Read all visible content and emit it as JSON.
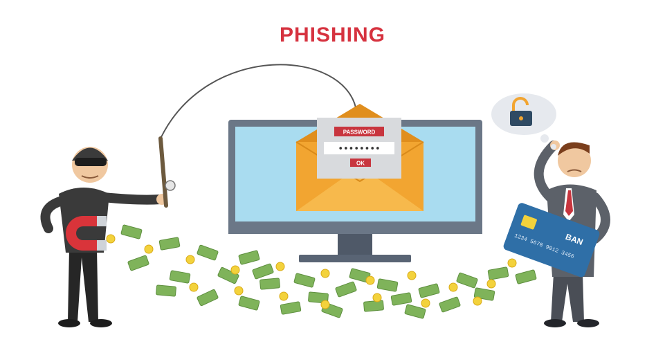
{
  "title": "PHISHING",
  "popup": {
    "field_label": "PASSWORD",
    "password_mask": "••••••••",
    "ok_label": "OK"
  },
  "card": {
    "bank_text": "BAN",
    "number_text": "1234 5678 9012 3456"
  },
  "colors": {
    "title": "#d6323f",
    "screen": "#a9dcf0",
    "monitor_frame": "#6b7787",
    "envelope": "#f2a531",
    "money": "#7fb35a",
    "coin": "#f3d23c",
    "magnet": "#d9343a",
    "card": "#2f6fa7"
  },
  "icons": [
    "thief",
    "fishing-rod",
    "monitor",
    "envelope",
    "lock-icon",
    "credit-card",
    "magnet",
    "banknote",
    "coin",
    "businessman"
  ]
}
